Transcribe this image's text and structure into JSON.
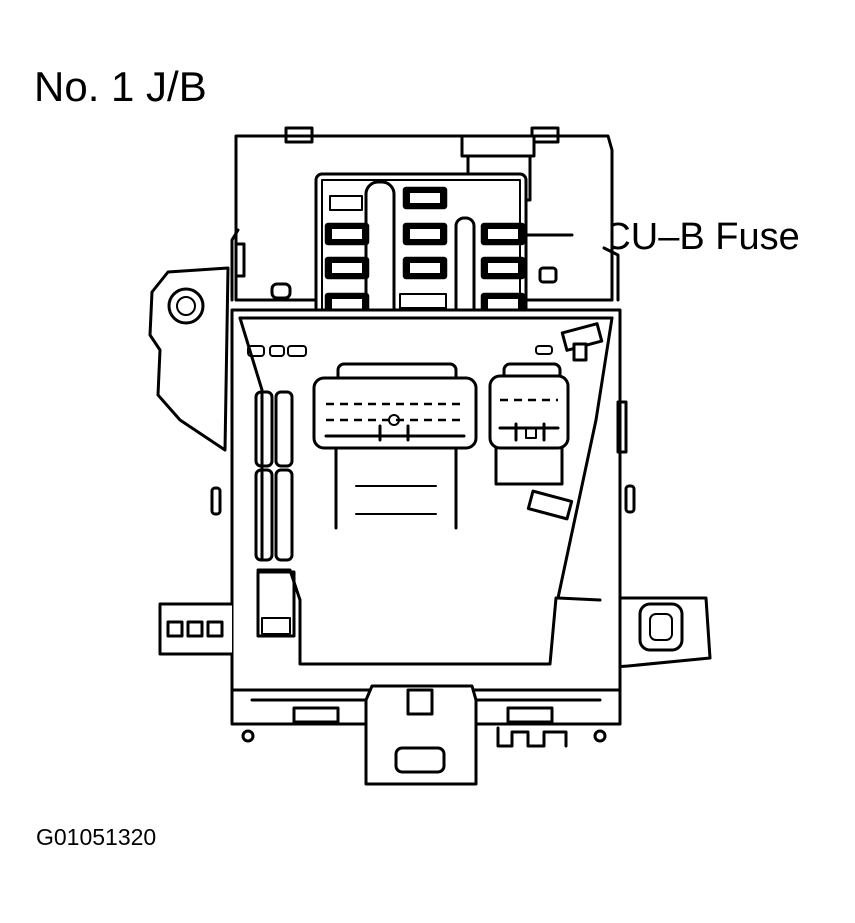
{
  "title": "No. 1 J/B",
  "callout_label": "ECU–B Fuse",
  "figure_id": "G01051320"
}
